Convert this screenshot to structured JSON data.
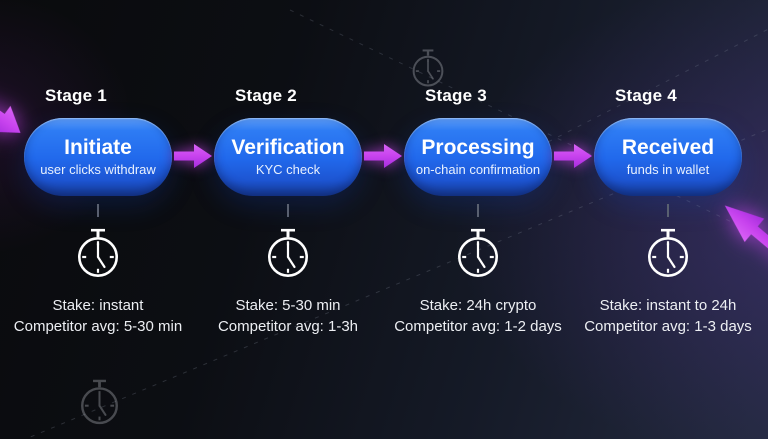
{
  "diagram": {
    "stages": [
      {
        "label": "Stage 1",
        "title": "Initiate",
        "subtitle": "user clicks withdraw",
        "stake": "Stake: instant",
        "competitor": "Competitor avg: 5-30 min"
      },
      {
        "label": "Stage 2",
        "title": "Verification",
        "subtitle": "KYC check",
        "stake": "Stake: 5-30 min",
        "competitor": "Competitor avg: 1-3h"
      },
      {
        "label": "Stage 3",
        "title": "Processing",
        "subtitle": "on-chain confirmation",
        "stake": "Stake: 24h crypto",
        "competitor": "Competitor avg: 1-2 days"
      },
      {
        "label": "Stage 4",
        "title": "Received",
        "subtitle": "funds in wallet",
        "stake": "Stake: instant to 24h",
        "competitor": "Competitor avg: 1-3 days"
      }
    ],
    "icons": {
      "stopwatch": "stopwatch-icon",
      "flow_arrow": "arrow-right-icon"
    },
    "colors": {
      "pill_blue": "#2169ec",
      "pill_blue_highlight": "#5d9cf6",
      "pill_blue_deep": "#173f9f",
      "arrow_magenta": "#c843ee",
      "background_dark": "#0a0b0d",
      "background_slate": "#242a40",
      "text_primary": "#ffffff",
      "text_secondary": "#edeff3"
    }
  }
}
